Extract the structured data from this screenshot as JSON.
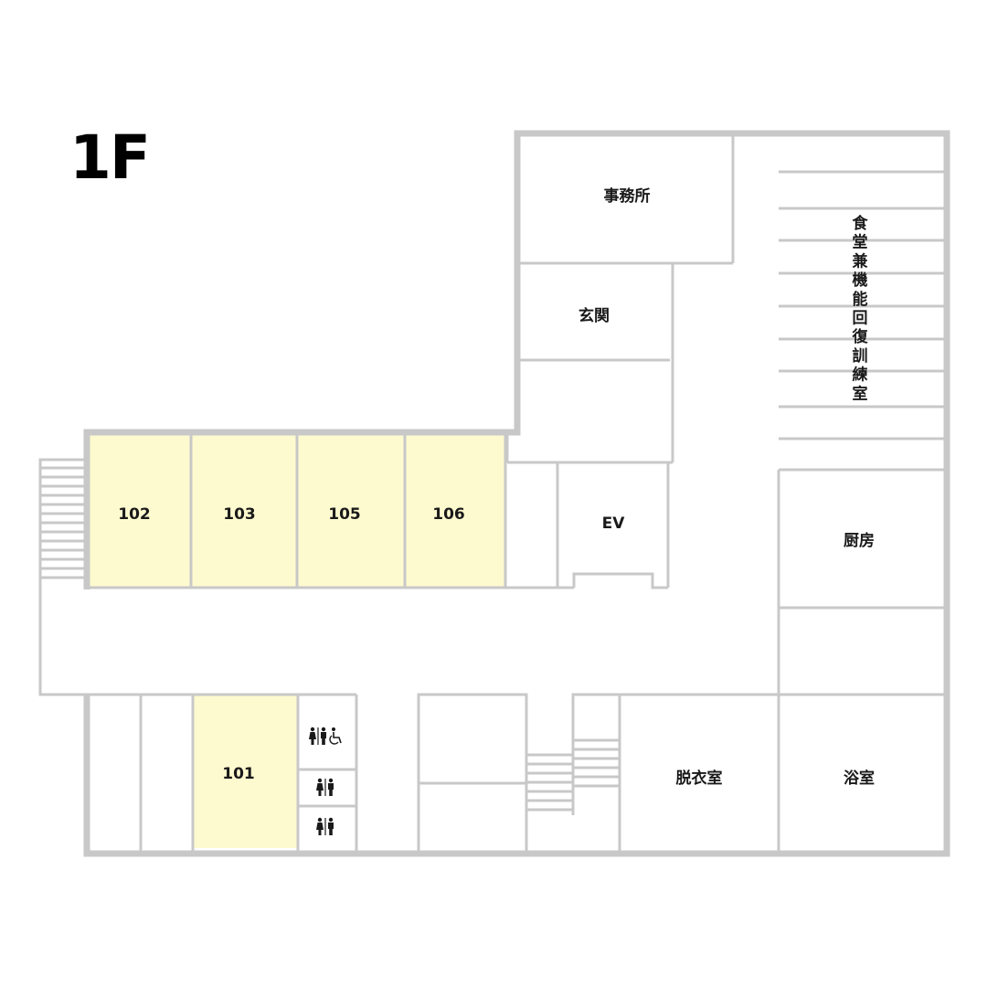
{
  "floor": {
    "title": "1F"
  },
  "rooms": {
    "r101": "101",
    "r102": "102",
    "r103": "103",
    "r105": "105",
    "r106": "106",
    "office": "事務所",
    "entrance": "玄関",
    "elevator": "EV",
    "dining": "食堂兼機能回復訓練室",
    "kitchen": "厨房",
    "dressing": "脱衣室",
    "bath": "浴室"
  },
  "restrooms": [
    {
      "icons": [
        "female-icon",
        "male-icon",
        "wheelchair-icon"
      ]
    },
    {
      "icons": [
        "female-icon",
        "male-icon"
      ]
    },
    {
      "icons": [
        "female-icon",
        "male-icon"
      ]
    }
  ],
  "colors": {
    "highlight_room": "#fefacf",
    "wall": "#c8c8c8",
    "text": "#1a1a1a"
  }
}
